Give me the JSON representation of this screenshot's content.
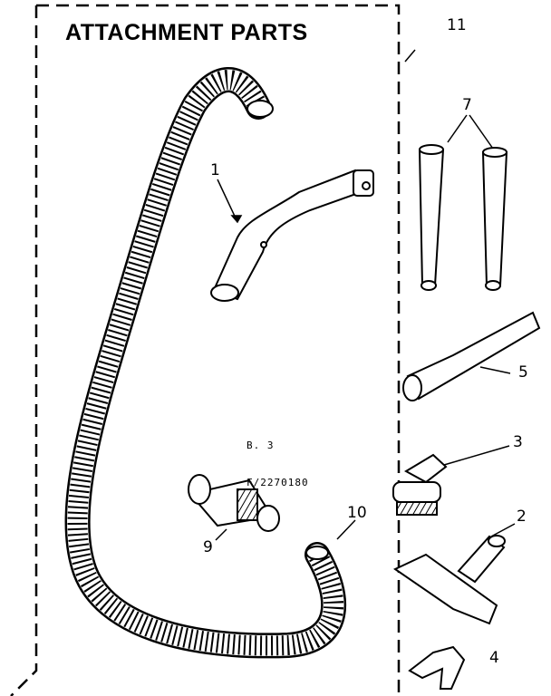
{
  "title": "ATTACHMENT PARTS",
  "callouts": {
    "c1": "1",
    "c2": "2",
    "c3": "3",
    "c4": "4",
    "c5": "5",
    "c7": "7",
    "c9": "9",
    "c10": "10",
    "c11": "11"
  },
  "code": {
    "line1": "B. 3",
    "line2": "F/2270180"
  },
  "colors": {
    "ink": "#000000",
    "paper": "#ffffff"
  }
}
